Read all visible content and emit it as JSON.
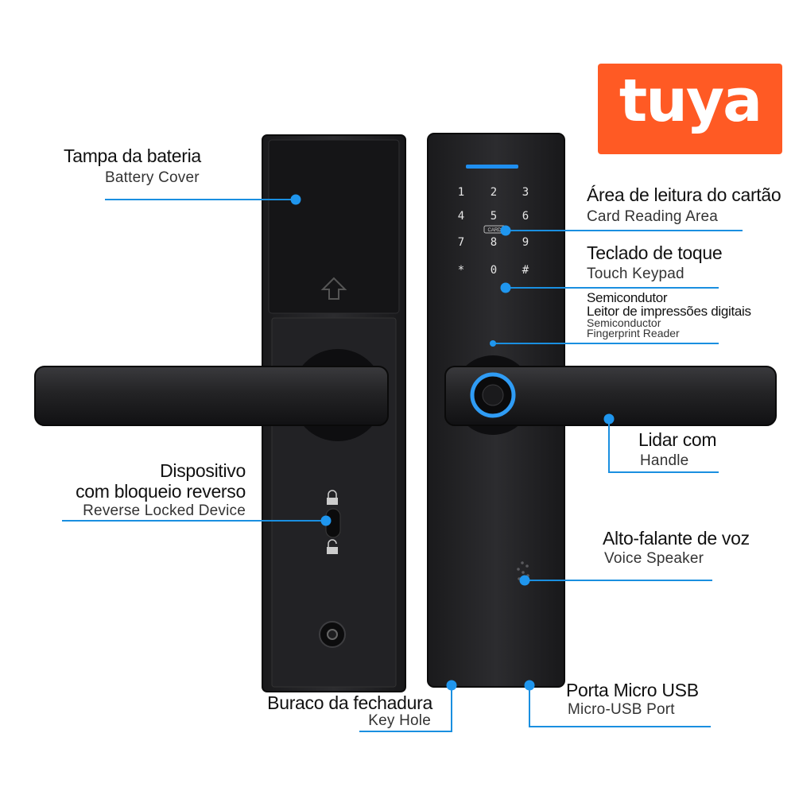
{
  "brand": {
    "logo_text": "tuya",
    "logo_color": "#ff5a24"
  },
  "accent_color": "#1a8fe0",
  "keypad": {
    "keys": [
      "1",
      "2",
      "3",
      "4",
      "5",
      "6",
      "7",
      "8",
      "9",
      "*",
      "0",
      "#"
    ],
    "card_tag": "CARD"
  },
  "labels": {
    "battery_cover": {
      "pt": "Tampa da bateria",
      "en": "Battery Cover"
    },
    "card_reading": {
      "pt": "Área de leitura do cartão",
      "en": "Card Reading Area"
    },
    "touch_keypad": {
      "pt": "Teclado de toque",
      "en": "Touch Keypad"
    },
    "fingerprint": {
      "pt_line1": "Semicondutor",
      "pt_line2": "Leitor de impressões digitais",
      "en_line1": "Semiconductor",
      "en_line2": "Fingerprint Reader"
    },
    "handle": {
      "pt": "Lidar com",
      "en": "Handle"
    },
    "reverse_lock": {
      "pt_line1": "Dispositivo",
      "pt_line2": "com bloqueio reverso",
      "en": "Reverse Locked Device"
    },
    "voice_speaker": {
      "pt": "Alto-falante de voz",
      "en": "Voice Speaker"
    },
    "key_hole": {
      "pt": "Buraco da fechadura",
      "en": "Key Hole"
    },
    "micro_usb": {
      "pt": "Porta Micro USB",
      "en": "Micro-USB Port"
    }
  }
}
